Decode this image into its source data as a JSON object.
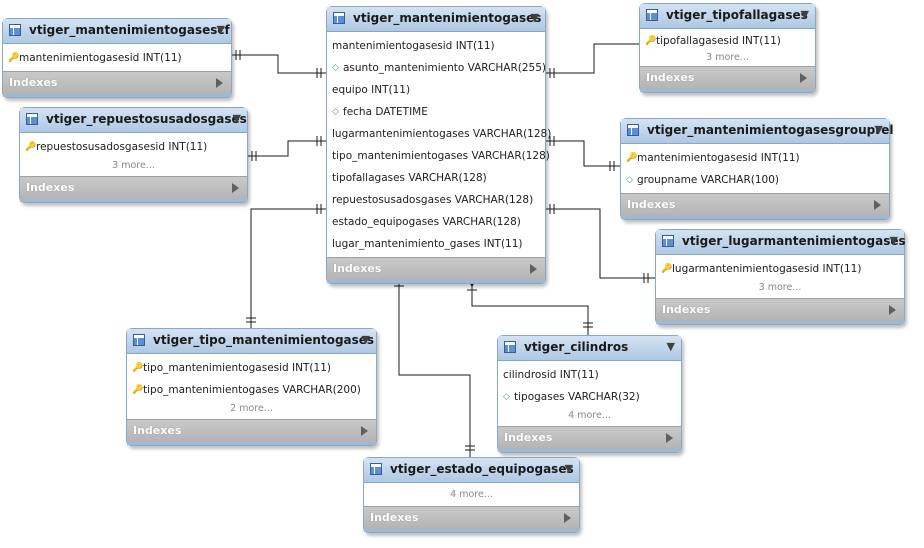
{
  "tables": [
    {
      "name": "vtiger_mantenimientogases",
      "columns": [
        {
          "text": "mantenimientogasesid INT(11)",
          "key": "none"
        },
        {
          "text": "asunto_mantenimiento VARCHAR(255)",
          "key": "nn"
        },
        {
          "text": "equipo INT(11)",
          "key": "none"
        },
        {
          "text": "fecha DATETIME",
          "key": "nn"
        },
        {
          "text": "lugarmantenimientogases VARCHAR(128)",
          "key": "none"
        },
        {
          "text": "tipo_mantenimientogases VARCHAR(128)",
          "key": "none"
        },
        {
          "text": "tipofallagases VARCHAR(128)",
          "key": "none"
        },
        {
          "text": "repuestosusadosgases VARCHAR(128)",
          "key": "none"
        },
        {
          "text": "estado_equipogases VARCHAR(128)",
          "key": "none"
        },
        {
          "text": "lugar_mantenimiento_gases INT(11)",
          "key": "none"
        }
      ],
      "more": "",
      "indexes": "Indexes"
    },
    {
      "name": "vtiger_mantenimientogasescf",
      "columns": [
        {
          "text": "mantenimientogasesid INT(11)",
          "key": "pk"
        }
      ],
      "more": "",
      "indexes": "Indexes"
    },
    {
      "name": "vtiger_repuestosusadosgases",
      "columns": [
        {
          "text": "repuestosusadosgasesid INT(11)",
          "key": "pk"
        }
      ],
      "more": "3 more...",
      "indexes": "Indexes"
    },
    {
      "name": "vtiger_tipofallagases",
      "columns": [
        {
          "text": "tipofallagasesid INT(11)",
          "key": "pk"
        }
      ],
      "more": "3 more...",
      "indexes": "Indexes"
    },
    {
      "name": "vtiger_mantenimientogasesgrouprel",
      "columns": [
        {
          "text": "mantenimientogasesid INT(11)",
          "key": "pk"
        },
        {
          "text": "groupname VARCHAR(100)",
          "key": "nn"
        }
      ],
      "more": "",
      "indexes": "Indexes"
    },
    {
      "name": "vtiger_lugarmantenimientogases",
      "columns": [
        {
          "text": "lugarmantenimientogasesid INT(11)",
          "key": "pk"
        }
      ],
      "more": "3 more...",
      "indexes": "Indexes"
    },
    {
      "name": "vtiger_tipo_mantenimientogases",
      "columns": [
        {
          "text": "tipo_mantenimientogasesid INT(11)",
          "key": "pk"
        },
        {
          "text": "tipo_mantenimientogases VARCHAR(200)",
          "key": "pk"
        }
      ],
      "more": "2 more...",
      "indexes": "Indexes"
    },
    {
      "name": "vtiger_cilindros",
      "columns": [
        {
          "text": "cilindrosid INT(11)",
          "key": "none"
        },
        {
          "text": "tipogases VARCHAR(32)",
          "key": "nn"
        }
      ],
      "more": "4 more...",
      "indexes": "Indexes"
    },
    {
      "name": "vtiger_estado_equipogases",
      "columns": [],
      "more": "4 more...",
      "indexes": "Indexes"
    }
  ]
}
